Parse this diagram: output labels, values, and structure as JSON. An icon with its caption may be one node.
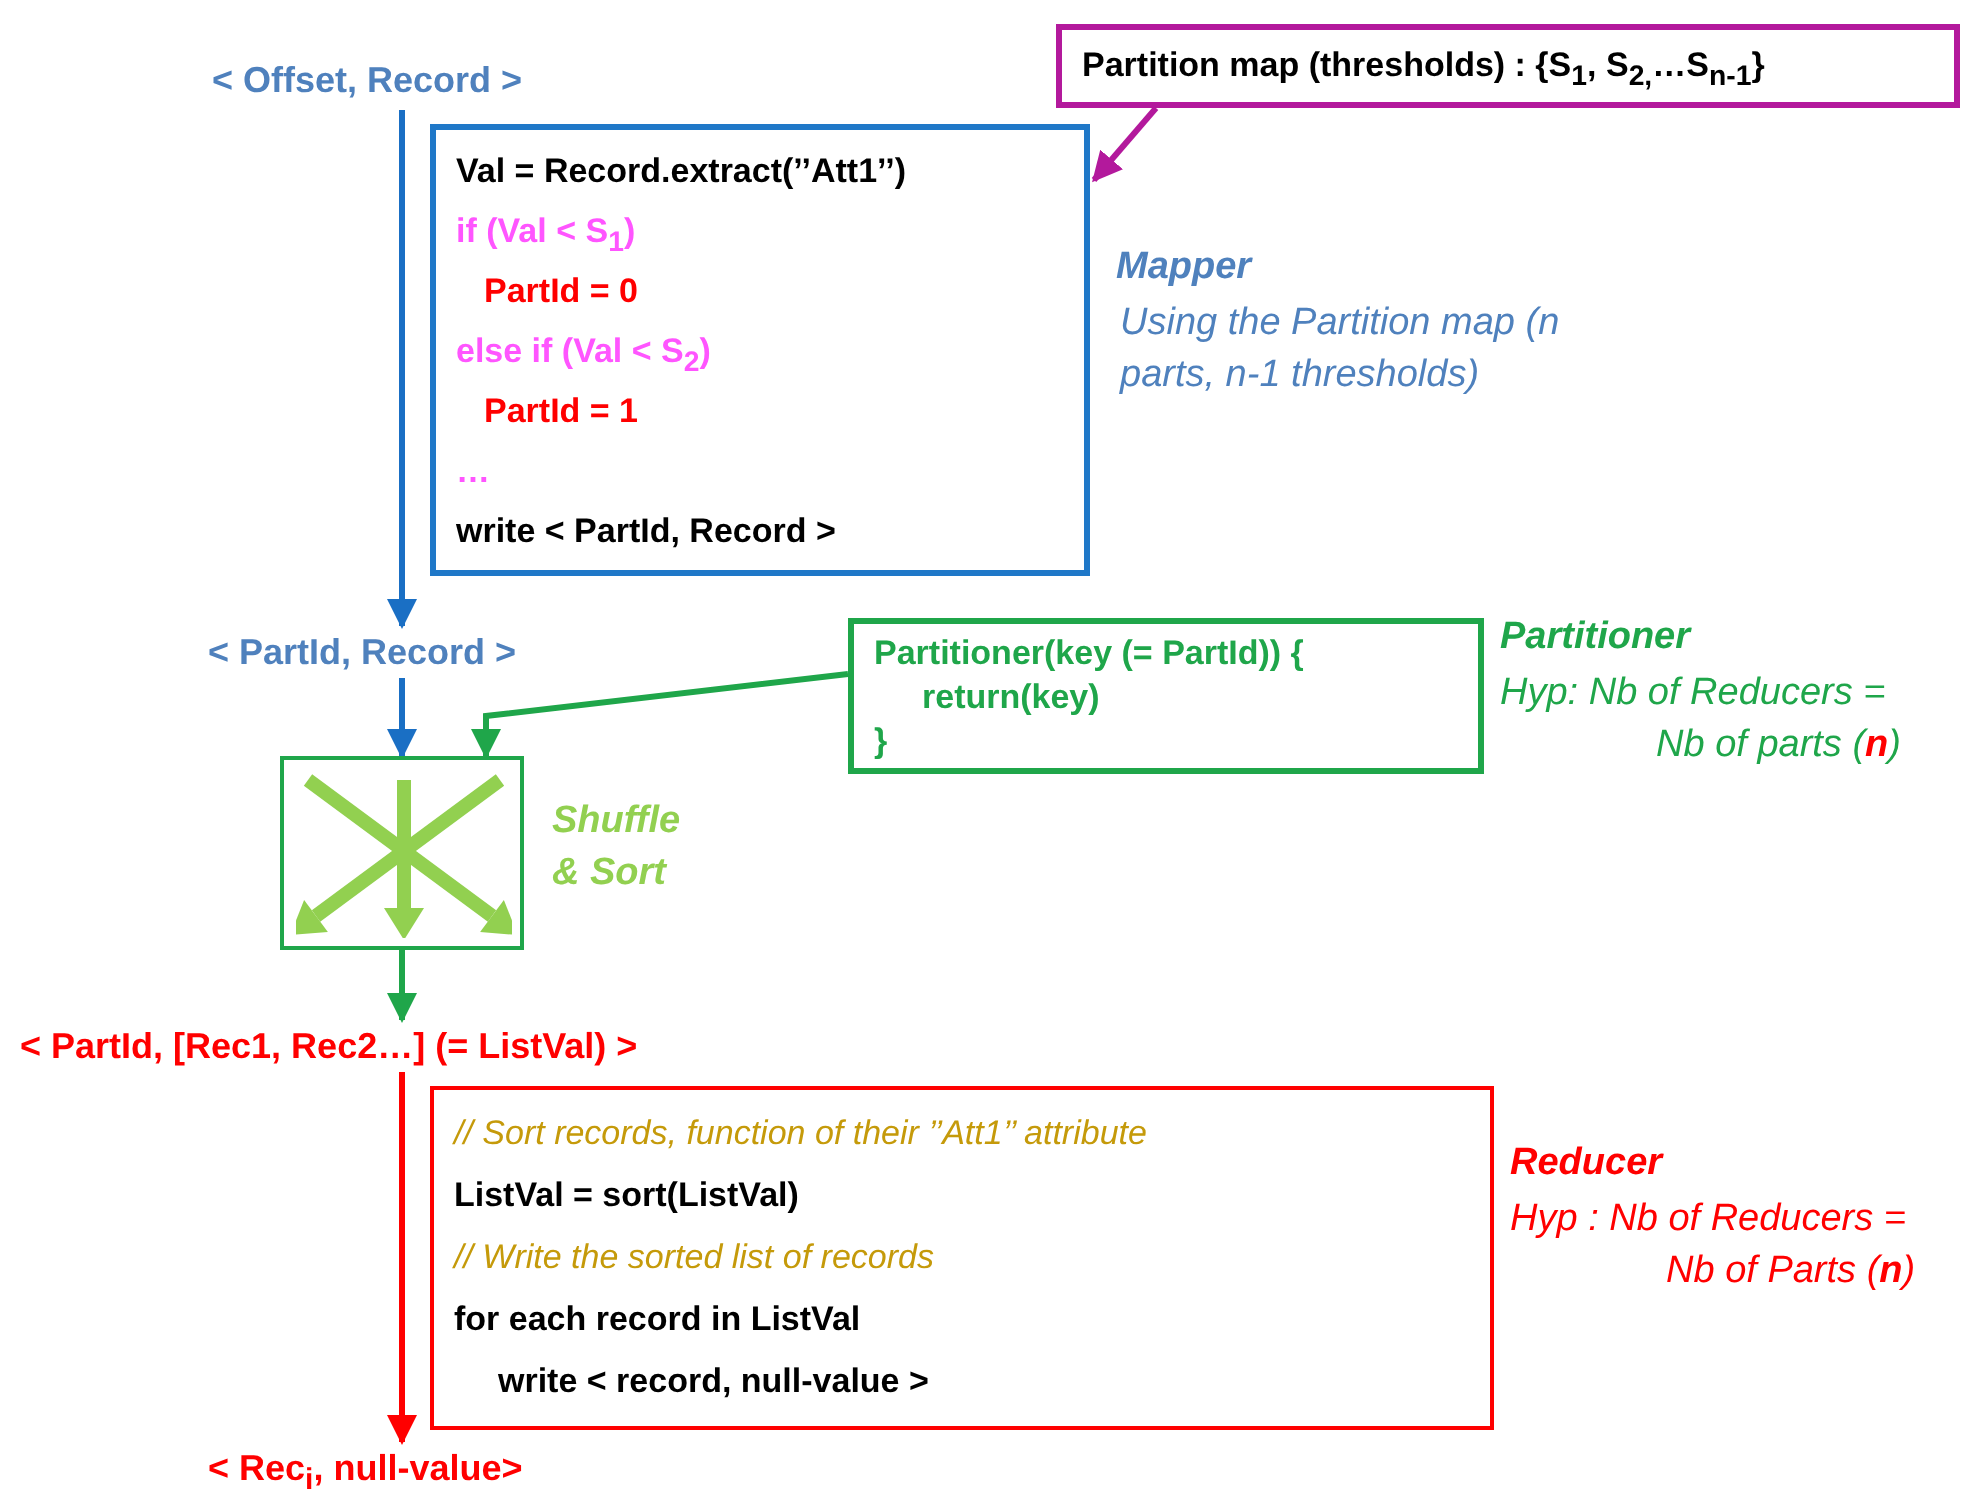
{
  "diagram": {
    "nodes": [
      {
        "text": [
          "< Offset, Record >"
        ]
      },
      {
        "text": [
          "Val = Record.extract(’’Att1’’)",
          "if (Val < S$_{1}$)",
          "PartId = 0",
          "else if (Val < S$_{2}$)",
          "PartId = 1",
          "…",
          "write < PartId, Record >"
        ],
        "beside": [
          "Mapper",
          "Using the Partition map (n parts, n-1 thresholds)"
        ]
      },
      {
        "text": [
          "Partition map (thresholds) : {S$_{1}$, S$_{2,}$…S$_{n-1}$}"
        ]
      },
      {
        "text": [
          "< PartId, Record >"
        ]
      },
      {
        "text": [
          "Partitioner(key (= PartId)) {",
          "return(key)",
          "}"
        ],
        "beside": [
          "Partitioner",
          "Hyp: Nb of Reducers = Nb of parts (**n**)"
        ]
      },
      {
        "text": [],
        "shape": "box",
        "beside": [
          "Shuffle & Sort"
        ]
      },
      {
        "text": [
          "< PartId, [Rec1, Rec2…] (= ListVal) >"
        ]
      },
      {
        "text": [
          "// Sort records, function of their ’’Att1’’ attribute",
          "ListVal = sort(ListVal)",
          "// Write the sorted list of records",
          "for each record in ListVal",
          "write < record, null-value >"
        ],
        "beside": [
          "Reducer",
          "Hyp : Nb of Reducers = Nb of Parts (**n**)"
        ]
      },
      {
        "text": [
          "< Rec$_{i}$, null-value>"
        ]
      }
    ],
    "edges": [
      {
        "from": 0,
        "to": 3,
        "arrow": "to",
        "color": "#1a6fc4"
      },
      {
        "from": 2,
        "to": 1,
        "arrow": "to",
        "color": "#b3199c"
      },
      {
        "from": 3,
        "to": 5,
        "arrow": "to",
        "color": "#1a6fc4"
      },
      {
        "from": 4,
        "to": 5,
        "arrow": "to",
        "color": "#1fa64a"
      },
      {
        "from": 5,
        "to": 6,
        "arrow": "to",
        "color": "#1fa64a"
      },
      {
        "from": 6,
        "to": 8,
        "arrow": "to",
        "color": "#ff0000"
      }
    ]
  }
}
